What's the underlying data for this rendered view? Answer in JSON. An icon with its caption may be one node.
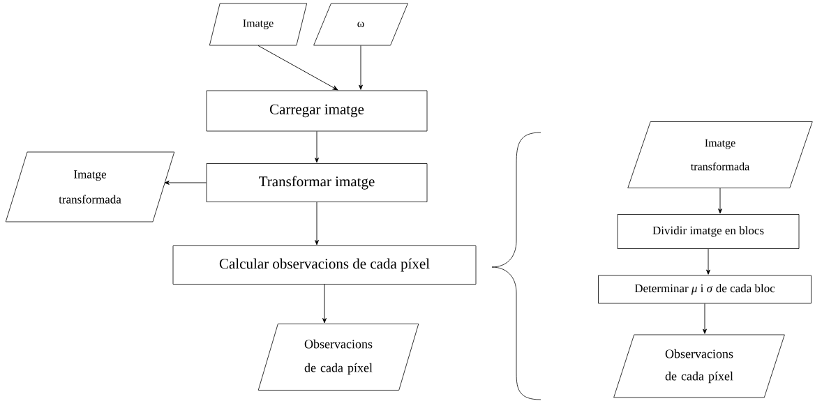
{
  "diagram": {
    "nodes": [
      {
        "text": [
          "Imatge"
        ]
      },
      {
        "text": [
          "ω"
        ]
      },
      {
        "text": [
          "Carregar imatge"
        ]
      },
      {
        "text": [
          "Imatge transformada"
        ]
      },
      {
        "text": [
          "Transformar imatge"
        ]
      },
      {
        "text": [
          "Calcular observacions de cada píxel"
        ]
      },
      {
        "text": [
          "Observacions de cada píxel"
        ]
      },
      {
        "text": [
          "Imatge transformada"
        ]
      },
      {
        "text": [
          "Dividir imatge en blocs"
        ]
      },
      {
        "text": [
          "Determinar *μ* i *σ* de cada bloc"
        ]
      },
      {
        "text": [
          "Observacions de cada píxel"
        ]
      }
    ],
    "edges": [
      {
        "from": 0,
        "to": 2,
        "arrow": "to"
      },
      {
        "from": 1,
        "to": 2,
        "arrow": "to"
      },
      {
        "from": 2,
        "to": 4,
        "arrow": "to"
      },
      {
        "from": 4,
        "to": 3,
        "arrow": "to"
      },
      {
        "from": 4,
        "to": 5,
        "arrow": "to"
      },
      {
        "from": 5,
        "to": 6,
        "arrow": "to"
      },
      {
        "from": 7,
        "to": 8,
        "arrow": "to"
      },
      {
        "from": 8,
        "to": 9,
        "arrow": "to"
      },
      {
        "from": 9,
        "to": 10,
        "arrow": "to"
      }
    ]
  }
}
